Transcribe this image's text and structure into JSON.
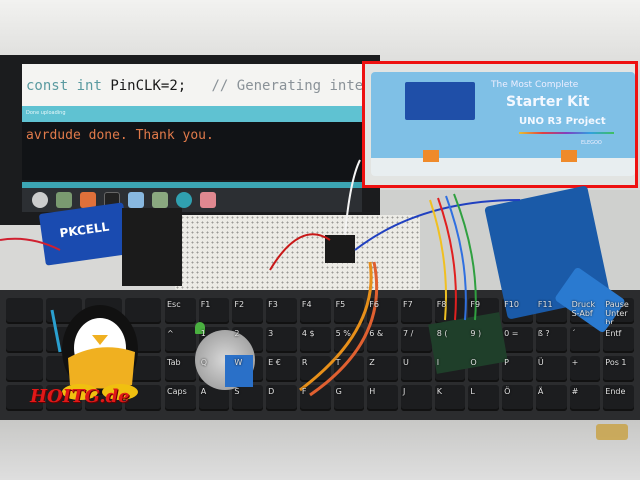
{
  "screen": {
    "code_line": {
      "kw1": "const",
      "kw2": "int",
      "code": "PinCLK=2;",
      "comment": "// Generating inte"
    },
    "status": "Done uploading",
    "console": "avrdude done.  Thank you."
  },
  "inset": {
    "line1": "The Most Complete",
    "line2": "Starter Kit",
    "line3": "UNO R3 Project",
    "brand": "ELEGOO",
    "border_color": "#ee1111"
  },
  "battery": {
    "label": "PKCELL"
  },
  "keyboard": {
    "keys": [
      "Esc",
      "F1",
      "F2",
      "F3",
      "F4",
      "F5",
      "F6",
      "F7",
      "F8",
      "F9",
      "F10",
      "F11",
      "Druck S-Abf",
      "Pause Unterbr",
      "^",
      "1",
      "2",
      "3",
      "4 $",
      "5 %",
      "6 &",
      "7 /",
      "8 (",
      "9 )",
      "0 =",
      "ß ?",
      "´",
      "Entf",
      "Tab",
      "Q",
      "W",
      "E €",
      "R",
      "T",
      "Z",
      "U",
      "I",
      "O",
      "P",
      "Ü",
      "+",
      "Pos 1",
      "Caps",
      "A",
      "S",
      "D",
      "F",
      "G",
      "H",
      "J",
      "K",
      "L",
      "Ö",
      "Ä",
      "#",
      "Ende"
    ]
  },
  "logo": {
    "text": "HOITG.de"
  }
}
